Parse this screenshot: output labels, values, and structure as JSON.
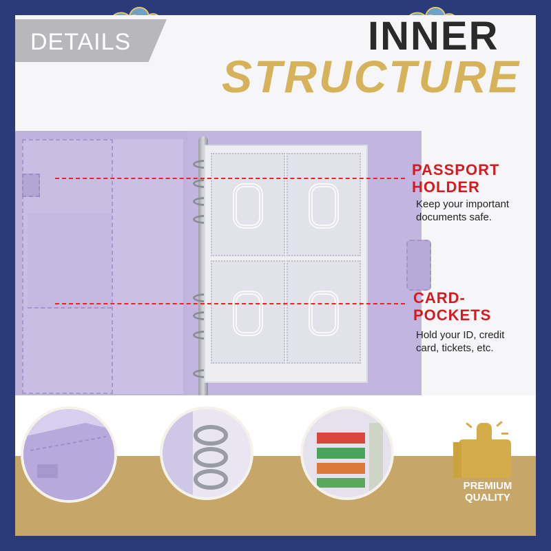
{
  "header": {
    "details_label": "DETAILS",
    "title_line1": "INNER",
    "title_line2": "STRUCTURE"
  },
  "callouts": [
    {
      "title_line1": "PASSPORT",
      "title_line2": "HOLDER",
      "body_line1": "Keep your important",
      "body_line2": "documents safe."
    },
    {
      "title_line1": "CARD-",
      "title_line2": "POCKETS",
      "body_line1": "Hold your ID, credit",
      "body_line2": "card, tickets, etc."
    }
  ],
  "badge": {
    "line1": "PREMIUM",
    "line2": "QUALITY"
  },
  "colors": {
    "frame": "#2b3a78",
    "accent_gold": "#d6b25a",
    "callout_red": "#d71a1f",
    "binder_purple": "#bfb2dc"
  }
}
